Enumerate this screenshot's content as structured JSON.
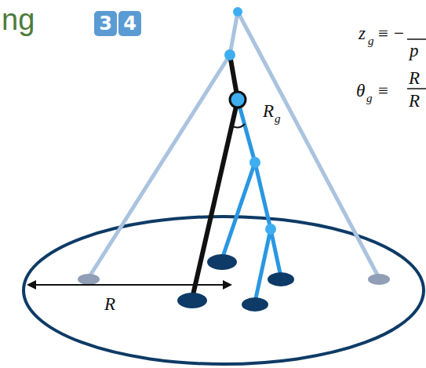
{
  "diagram": {
    "nodes": [
      {
        "text": [
          "3"
        ]
      },
      {
        "text": [
          "4"
        ]
      }
    ],
    "labels": [
      "ng",
      "z",
      "g",
      "≡",
      "−",
      "p",
      "θ",
      "g",
      "≡",
      "R",
      "R",
      "R",
      "g",
      "R"
    ]
  }
}
